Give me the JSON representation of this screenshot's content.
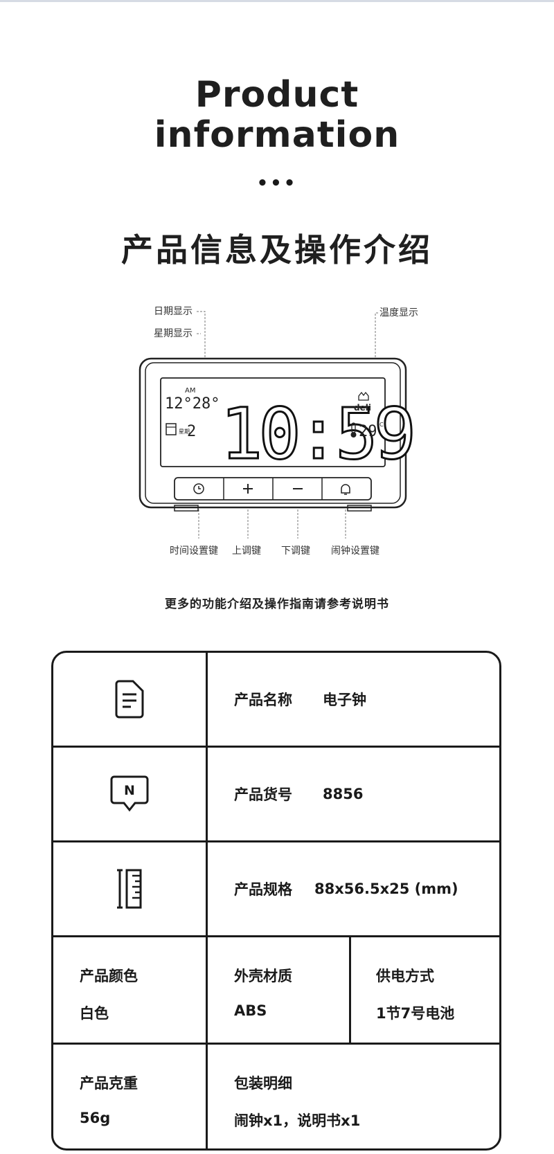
{
  "header": {
    "title_en_line1": "Product",
    "title_en_line2": "information",
    "dots": "•••",
    "title_cn": "产品信息及操作介绍"
  },
  "diagram": {
    "callouts": {
      "date": "日期显示",
      "week": "星期显示",
      "temperature": "温度显示",
      "time_set": "时间设置键",
      "up": "上调键",
      "down": "下调键",
      "alarm_set": "闹钟设置键"
    },
    "display": {
      "am": "AM",
      "date": "12°28°",
      "week_label": "星期",
      "week": "2",
      "time": "10:59",
      "brand": "deli",
      "temperature": "29",
      "temp_unit": "°C"
    },
    "buttons": [
      "clock-icon",
      "plus-icon",
      "minus-icon",
      "bell-icon"
    ]
  },
  "note": "更多的功能介绍及操作指南请参考说明书",
  "table": {
    "name": {
      "icon": "document-icon",
      "key": "产品名称",
      "value": "电子钟"
    },
    "sku": {
      "icon": "tag-n-icon",
      "key": "产品货号",
      "value": "8856"
    },
    "size": {
      "icon": "ruler-icon",
      "key": "产品规格",
      "value": "88x56.5x25 (mm)"
    },
    "color": {
      "key": "产品颜色",
      "value": "白色"
    },
    "material": {
      "key": "外壳材质",
      "value": "ABS"
    },
    "power": {
      "key": "供电方式",
      "value": "1节7号电池"
    },
    "weight": {
      "key": "产品克重",
      "value": "56g"
    },
    "package": {
      "key": "包装明细",
      "value": "闹钟x1，说明书x1"
    }
  }
}
